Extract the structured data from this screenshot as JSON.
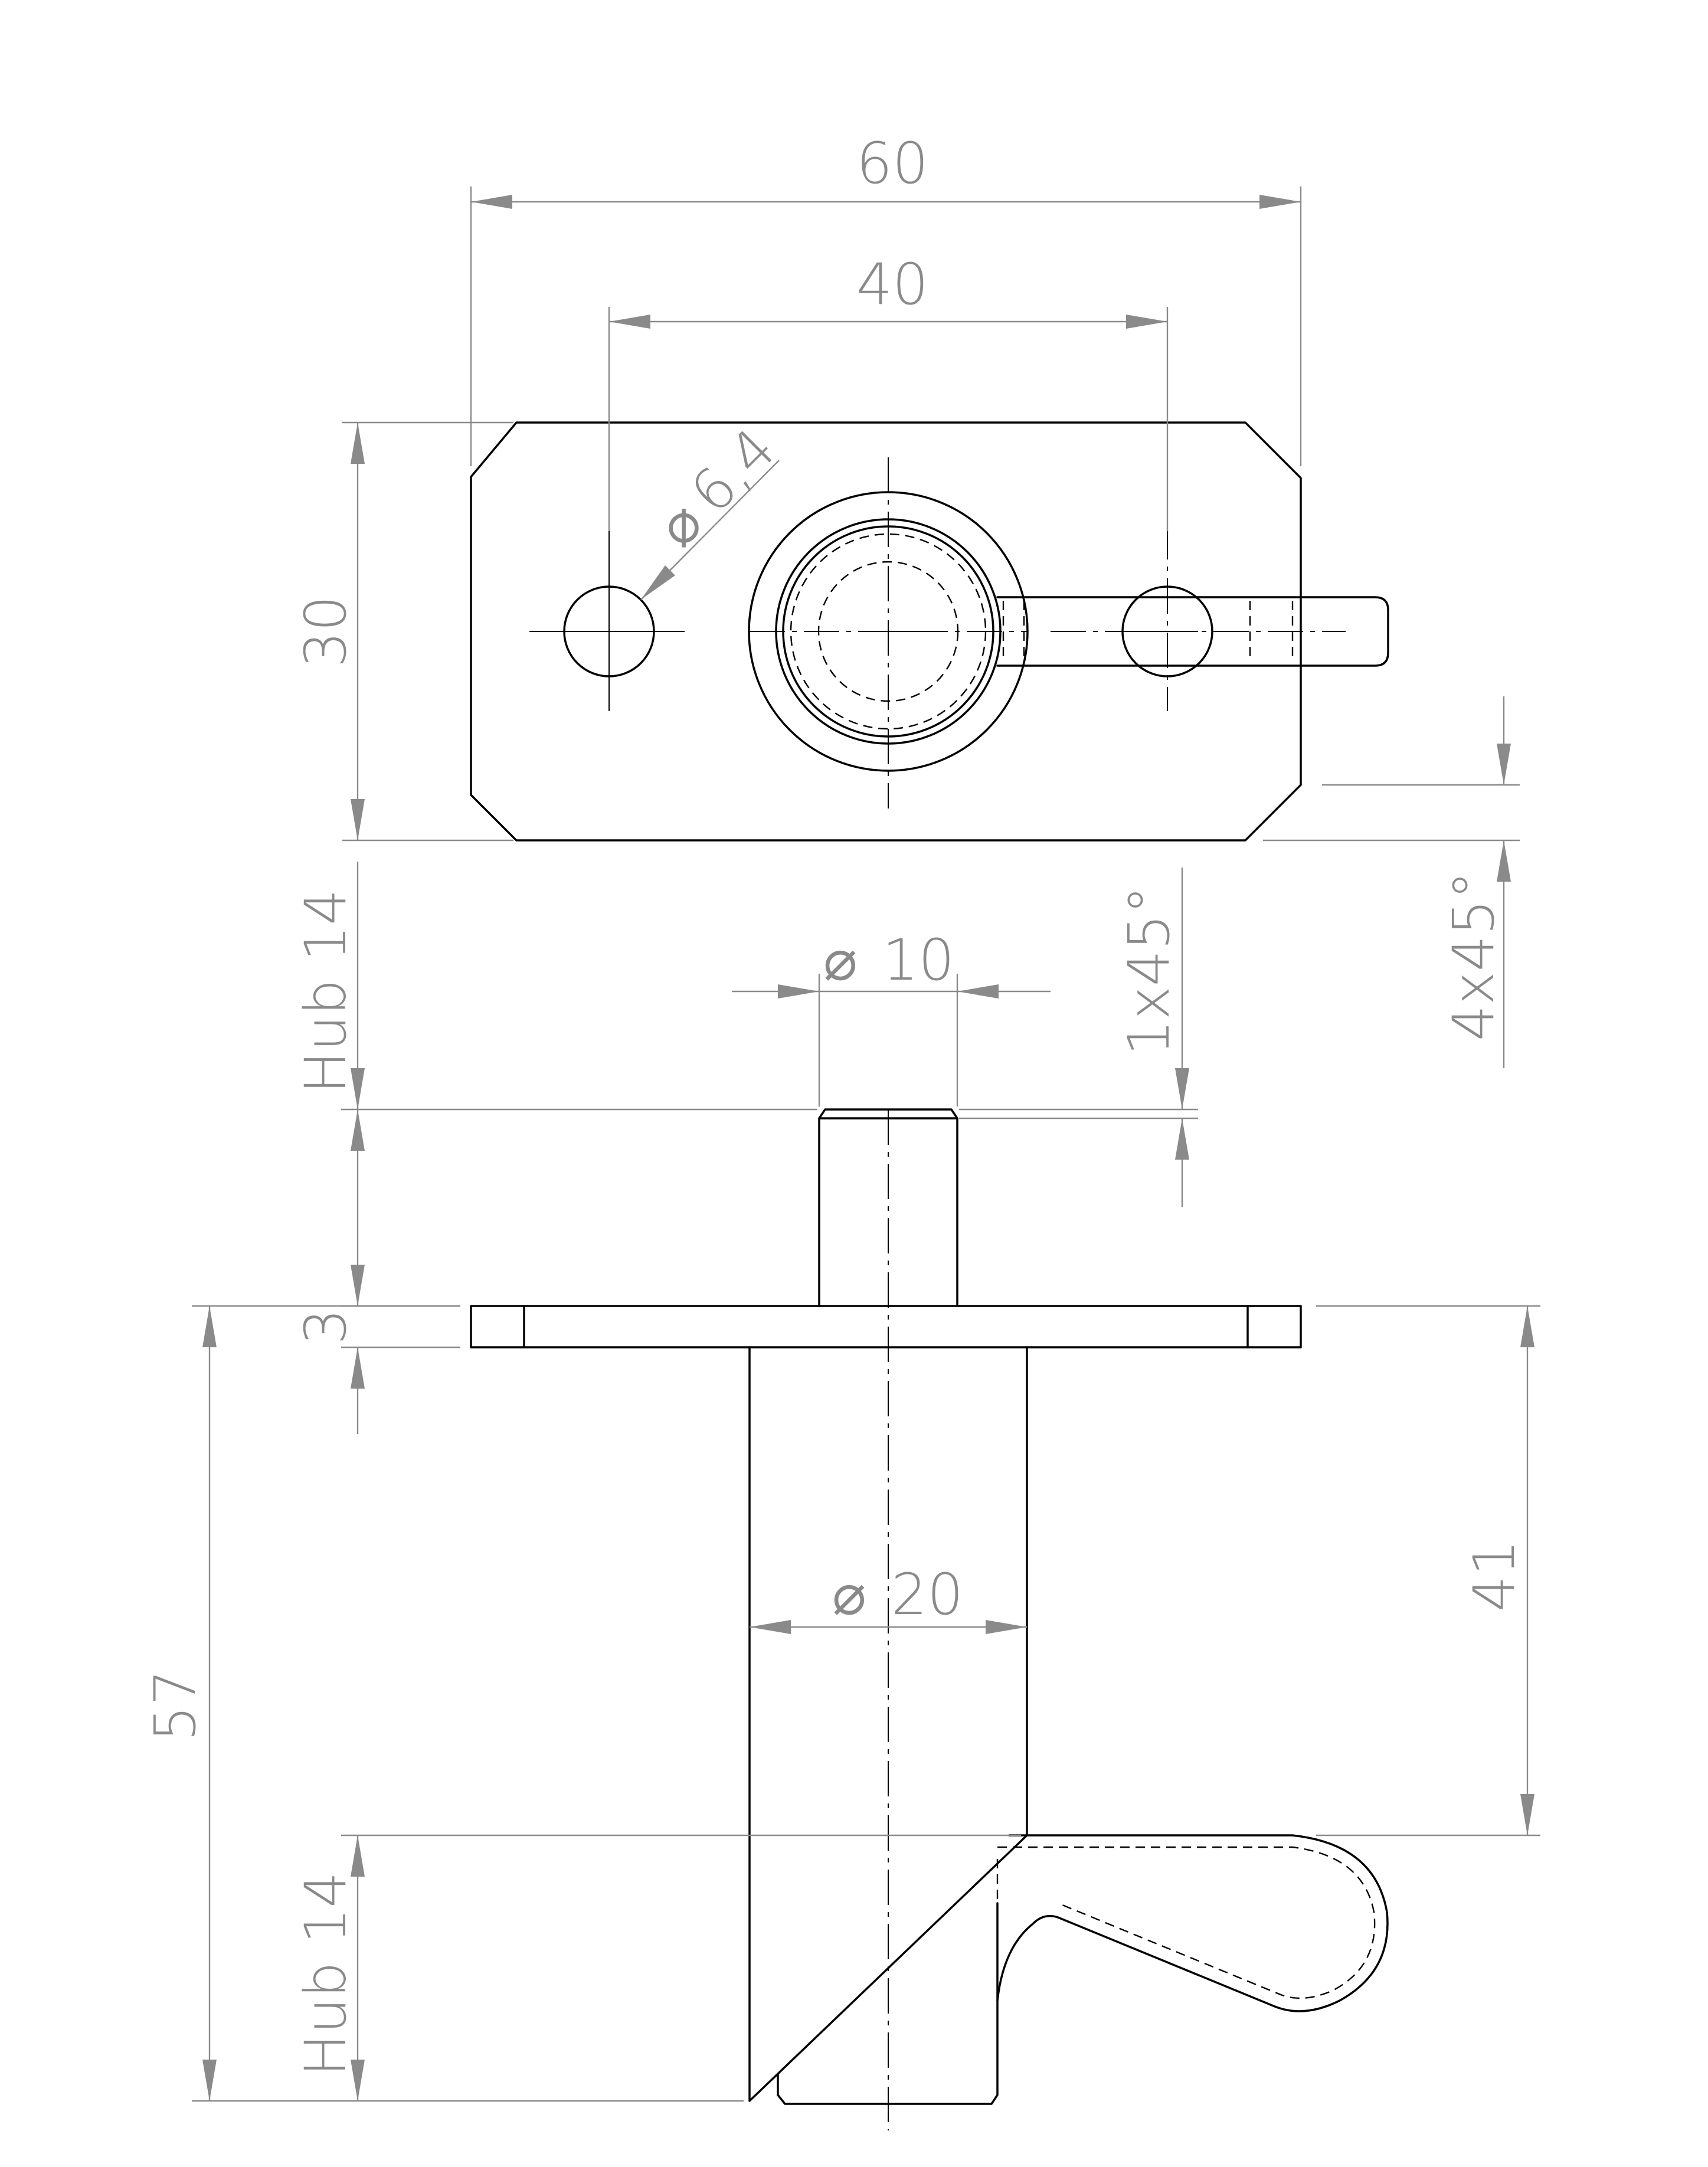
{
  "dimensions": {
    "width_60": "60",
    "hole_spacing_40": "40",
    "height_30": "30",
    "hole_diameter": "6,4",
    "corner_chamfer": "4x45°",
    "pin_chamfer": "1x45°",
    "pin_diameter": "10",
    "stroke_top": "Hub 14",
    "plate_thickness": "3",
    "body_diameter": "20",
    "length_41": "41",
    "total_length_57": "57",
    "stroke_bottom": "Hub 14"
  },
  "symbols": {
    "diameter": "⌀"
  }
}
